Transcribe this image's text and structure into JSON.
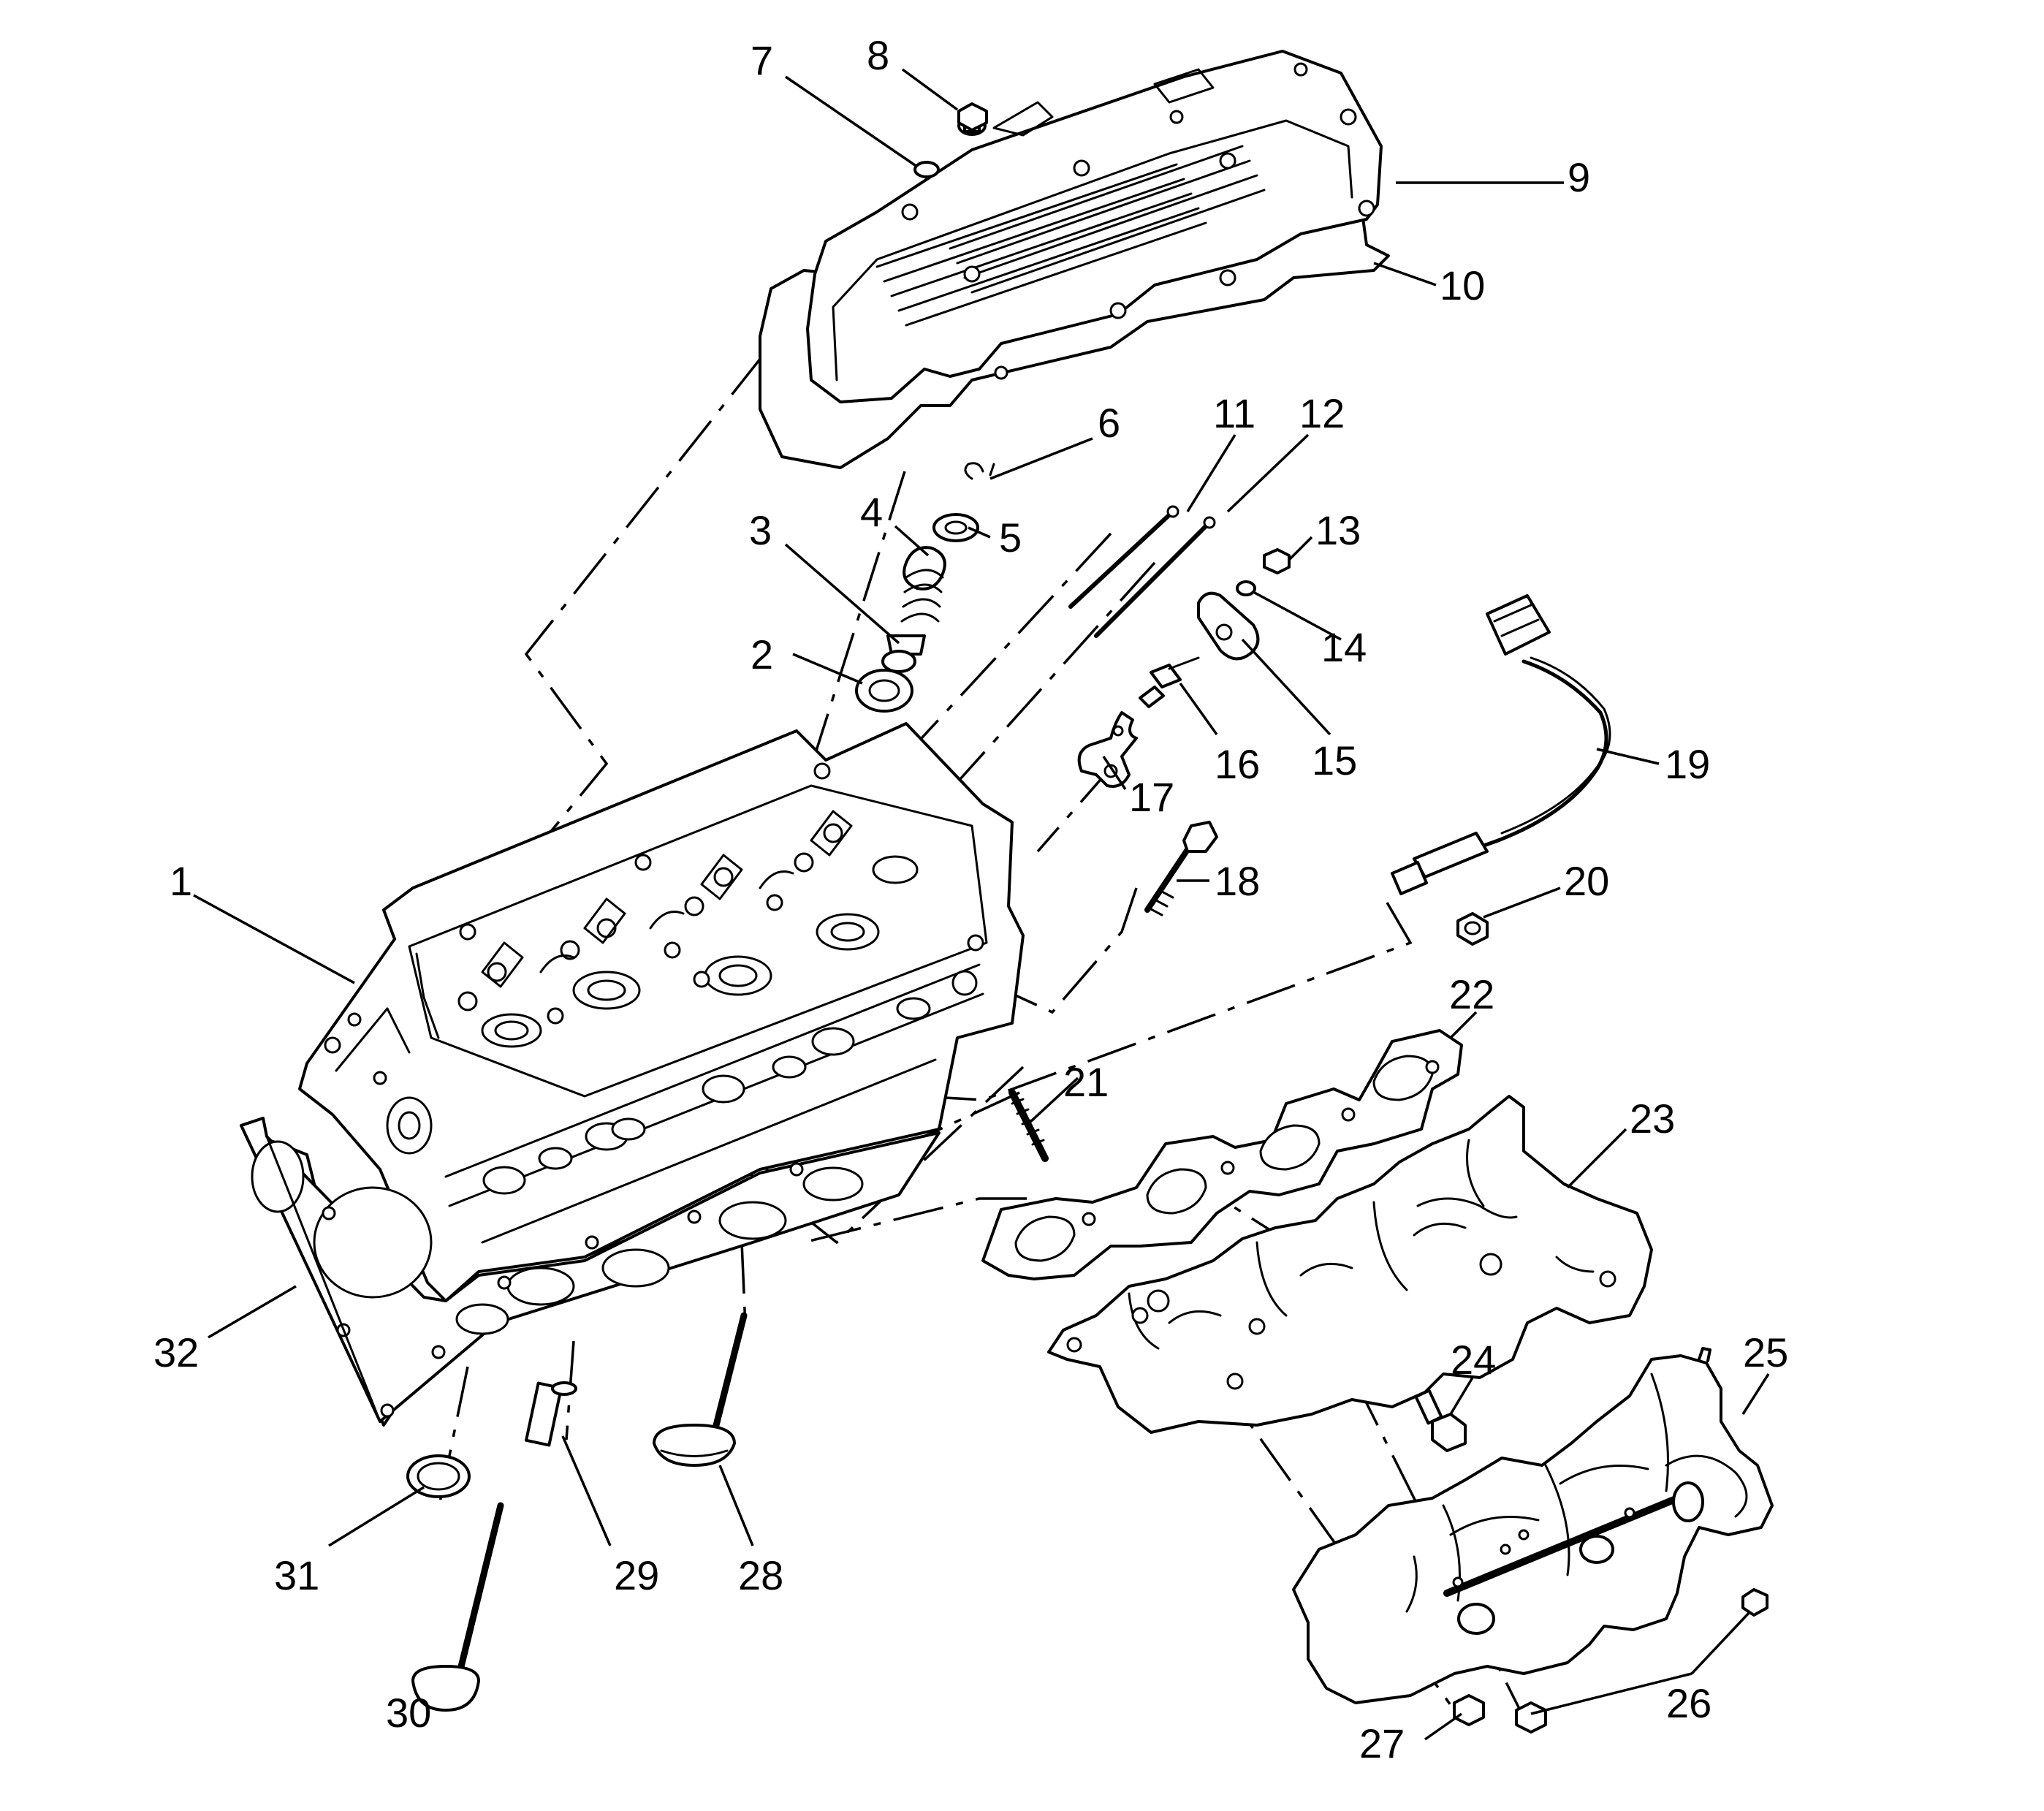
{
  "diagram": {
    "type": "exploded-parts-view",
    "callouts": [
      "1",
      "2",
      "3",
      "4",
      "5",
      "6",
      "7",
      "8",
      "9",
      "10",
      "11",
      "12",
      "13",
      "14",
      "15",
      "16",
      "17",
      "18",
      "19",
      "20",
      "21",
      "22",
      "23",
      "24",
      "25",
      "26",
      "27",
      "28",
      "29",
      "30",
      "31",
      "32"
    ]
  }
}
